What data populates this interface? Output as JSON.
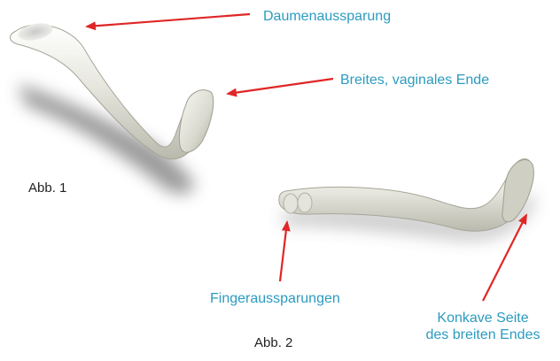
{
  "labels": {
    "thumb_recess": "Daumenaussparung",
    "wide_vaginal_end": "Breites, vaginales Ende",
    "finger_recesses": "Fingeraussparungen",
    "concave_side_line1": "Konkave Seite",
    "concave_side_line2": "des breiten Endes",
    "fig1": "Abb. 1",
    "fig2": "Abb. 2"
  },
  "colors": {
    "label_text": "#2b9bbf",
    "arrow": "#e02626",
    "caption_text": "#222222"
  }
}
